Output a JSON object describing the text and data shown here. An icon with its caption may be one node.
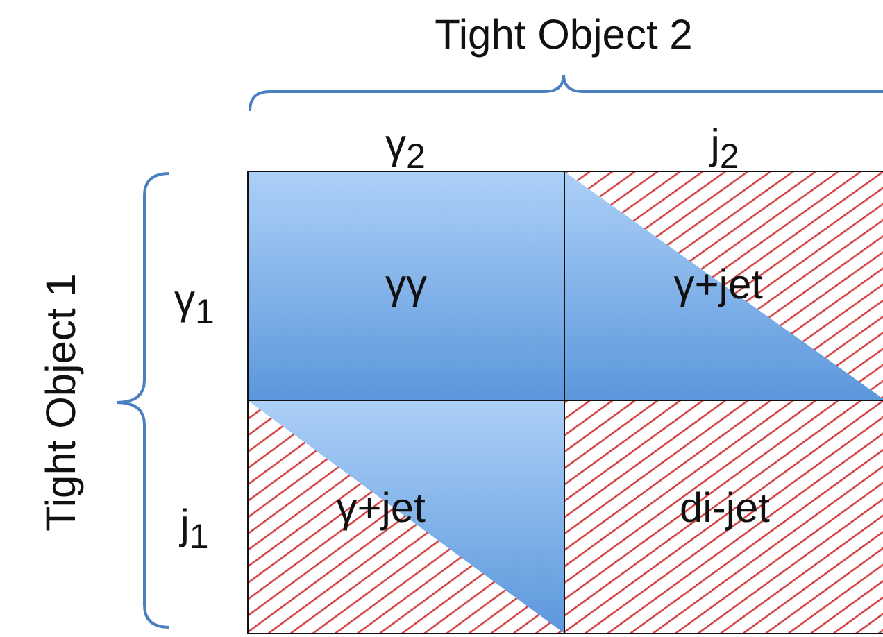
{
  "diagram": {
    "nodes": [
      {
        "text": [
          "γγ"
        ]
      },
      {
        "text": [
          "γ+jet"
        ]
      },
      {
        "text": [
          "γ+jet"
        ]
      },
      {
        "text": [
          "di-jet"
        ]
      }
    ],
    "edges": [],
    "labels": [
      "Tight Object 2",
      "γ$_{2}$",
      "j$_{2}$",
      "Tight Object 1",
      "γ$_{1}$",
      "j$_{1}$"
    ]
  }
}
